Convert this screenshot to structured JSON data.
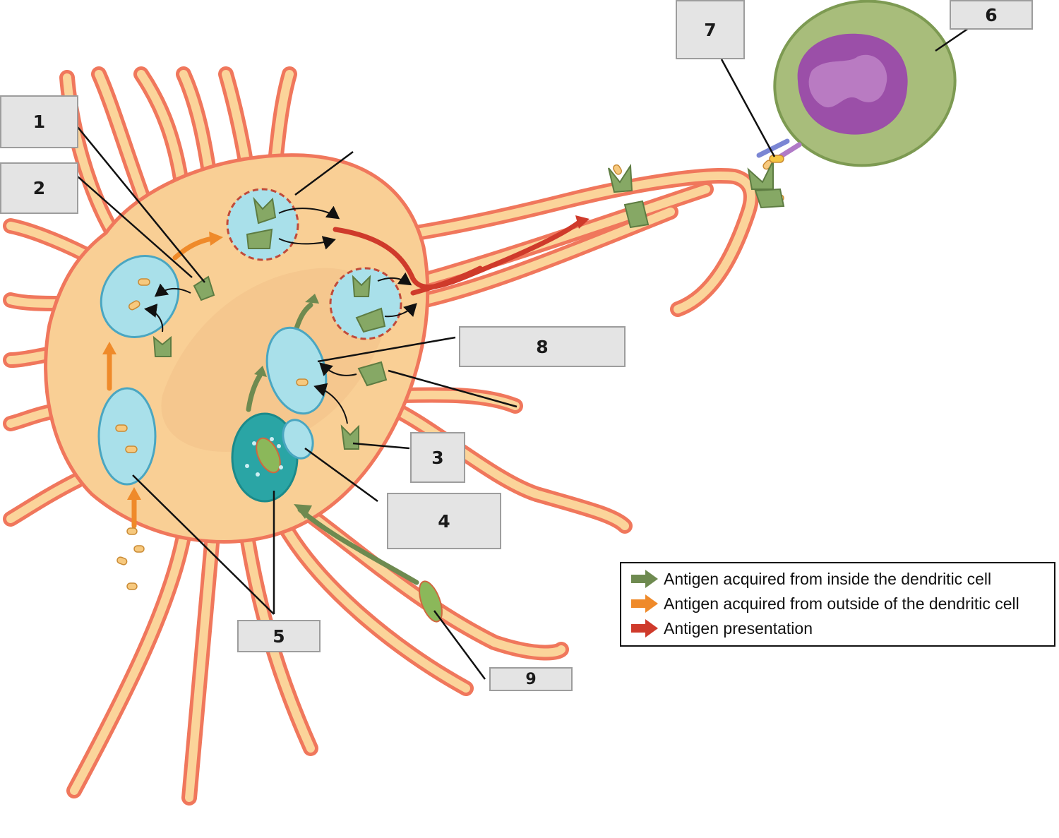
{
  "diagram": {
    "labels": [
      {
        "id": "1",
        "text": "1"
      },
      {
        "id": "2",
        "text": "2"
      },
      {
        "id": "3",
        "text": "3"
      },
      {
        "id": "4",
        "text": "4"
      },
      {
        "id": "5",
        "text": "5"
      },
      {
        "id": "6",
        "text": "6"
      },
      {
        "id": "7",
        "text": "7"
      },
      {
        "id": "8",
        "text": "8"
      },
      {
        "id": "9",
        "text": "9"
      }
    ],
    "legend": [
      {
        "text": "Antigen acquired from inside the dendritic cell",
        "color": "#6e8a50"
      },
      {
        "text": "Antigen acquired from outside of the dendritic cell",
        "color": "#ef8a2a"
      },
      {
        "text": "Antigen presentation",
        "color": "#cf3a2b"
      }
    ],
    "colors": {
      "dendrite_fill": "#fbd49a",
      "dendrite_outline": "#f0775c",
      "cell_body": "#f9cf95",
      "vesicle": "#a9e0ea",
      "vesicle_outline": "#4aa6c1",
      "mhc": "#86a865",
      "t_cell": "#a8bd7b",
      "nucleus": "#9b4fa8"
    }
  }
}
